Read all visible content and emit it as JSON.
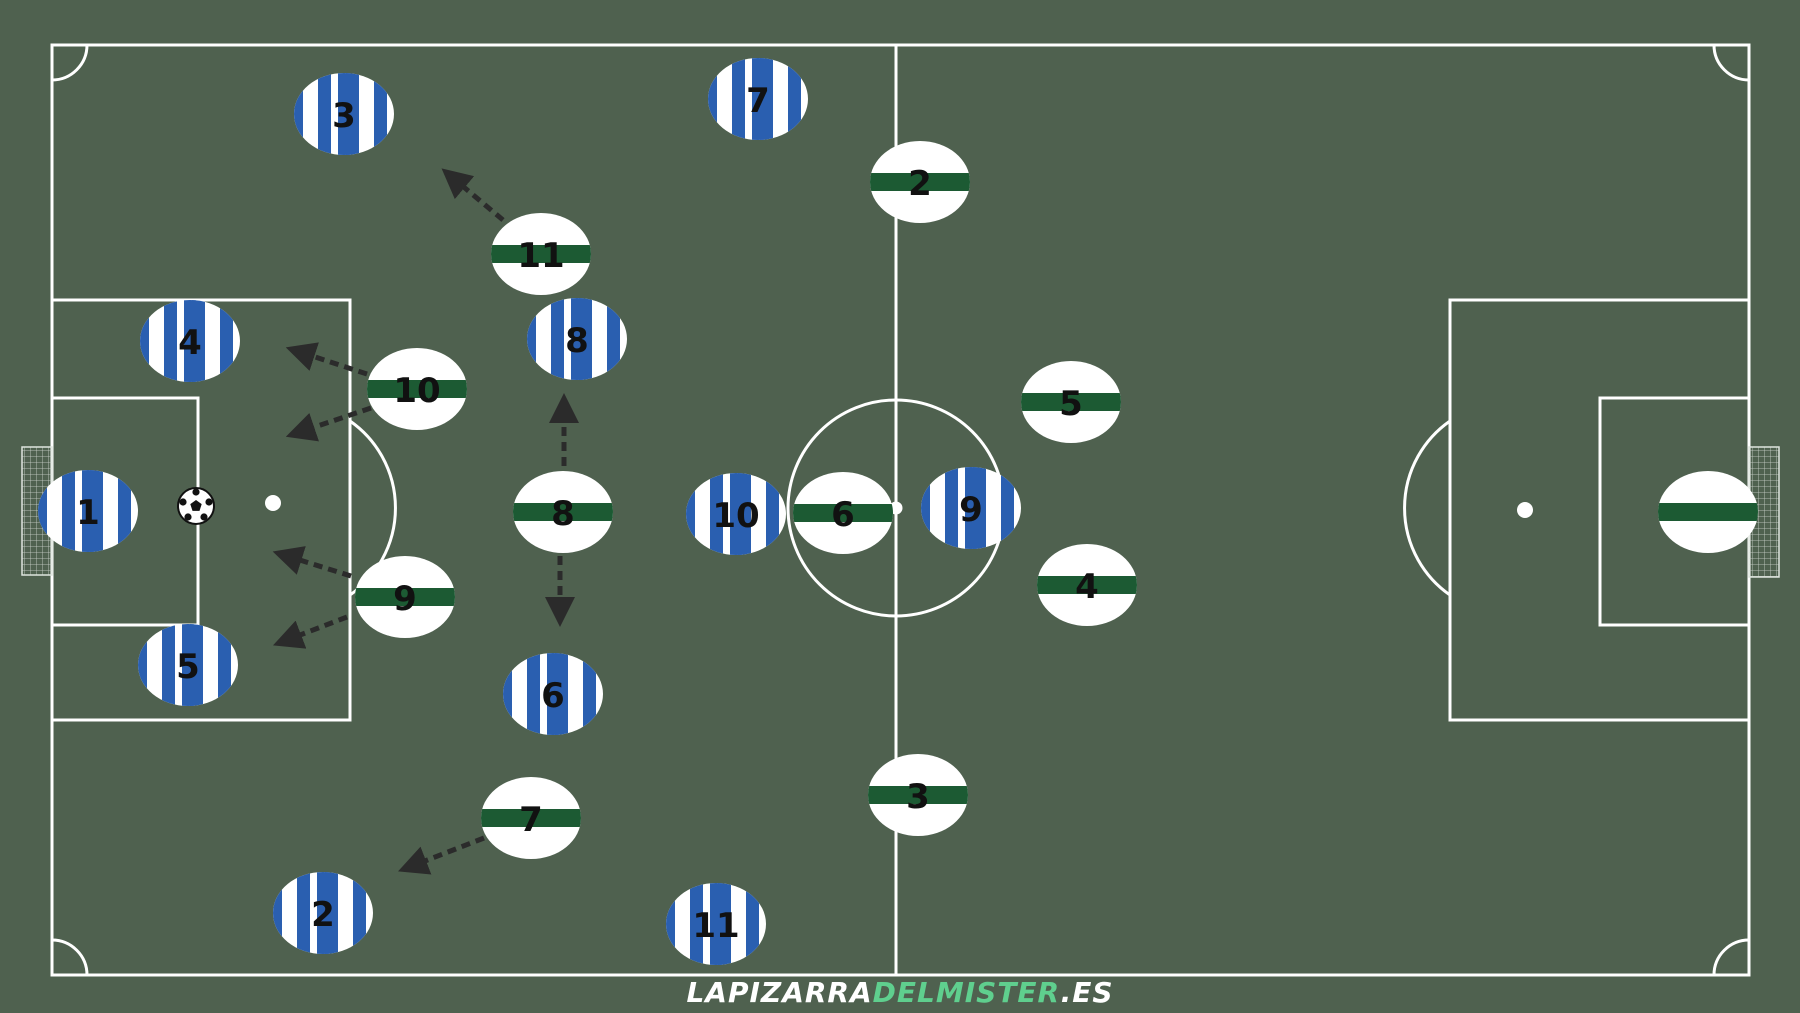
{
  "colors": {
    "pitch": "#4f614f",
    "lines": "#ffffff",
    "home_stripe": "#2a5fb0",
    "away_band": "#1c5a33",
    "arrow": "#2b2b2b"
  },
  "watermark": {
    "part1": "LAPIZARRA",
    "part2": "DELMISTER",
    "part3": ".ES"
  },
  "home_team": {
    "kit": "blue-white-vertical-stripes",
    "players": [
      {
        "number": "1"
      },
      {
        "number": "4"
      },
      {
        "number": "5"
      },
      {
        "number": "3"
      },
      {
        "number": "2"
      },
      {
        "number": "7"
      },
      {
        "number": "8"
      },
      {
        "number": "6"
      },
      {
        "number": "10"
      },
      {
        "number": "11"
      },
      {
        "number": "9"
      }
    ]
  },
  "away_team": {
    "kit": "white-with-green-horizontal-band",
    "players": [
      {
        "number": ""
      },
      {
        "number": "2"
      },
      {
        "number": "11"
      },
      {
        "number": "10"
      },
      {
        "number": "8"
      },
      {
        "number": "9"
      },
      {
        "number": "7"
      },
      {
        "number": "6"
      },
      {
        "number": "5"
      },
      {
        "number": "4"
      },
      {
        "number": "3"
      }
    ]
  },
  "ball": {
    "icon": "soccer-ball-icon"
  }
}
